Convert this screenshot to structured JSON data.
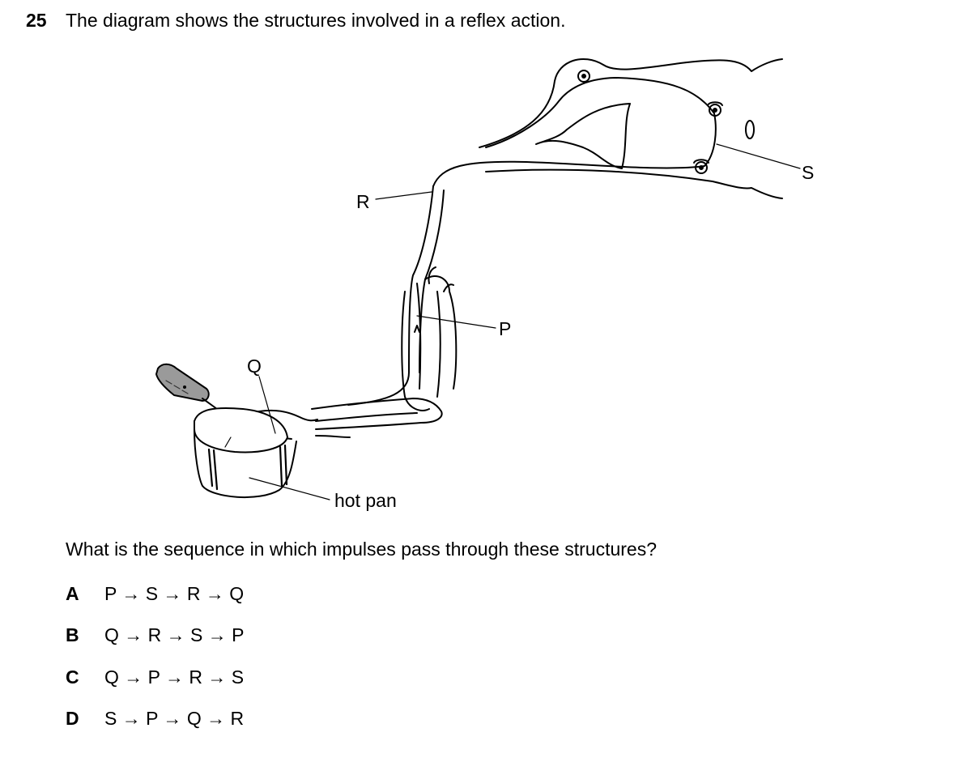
{
  "question": {
    "number": "25",
    "stem": "The diagram shows the structures involved in a reflex action.",
    "prompt": "What is the sequence in which impulses pass through these structures?"
  },
  "diagram": {
    "labels": {
      "r": "R",
      "s": "S",
      "p": "P",
      "q": "Q",
      "pan": "hot pan"
    }
  },
  "options": [
    {
      "letter": "A",
      "text": "P → S → R → Q"
    },
    {
      "letter": "B",
      "text": "Q → R → S → P"
    },
    {
      "letter": "C",
      "text": "Q → P → R → S"
    },
    {
      "letter": "D",
      "text": "S → P → Q → R"
    }
  ]
}
